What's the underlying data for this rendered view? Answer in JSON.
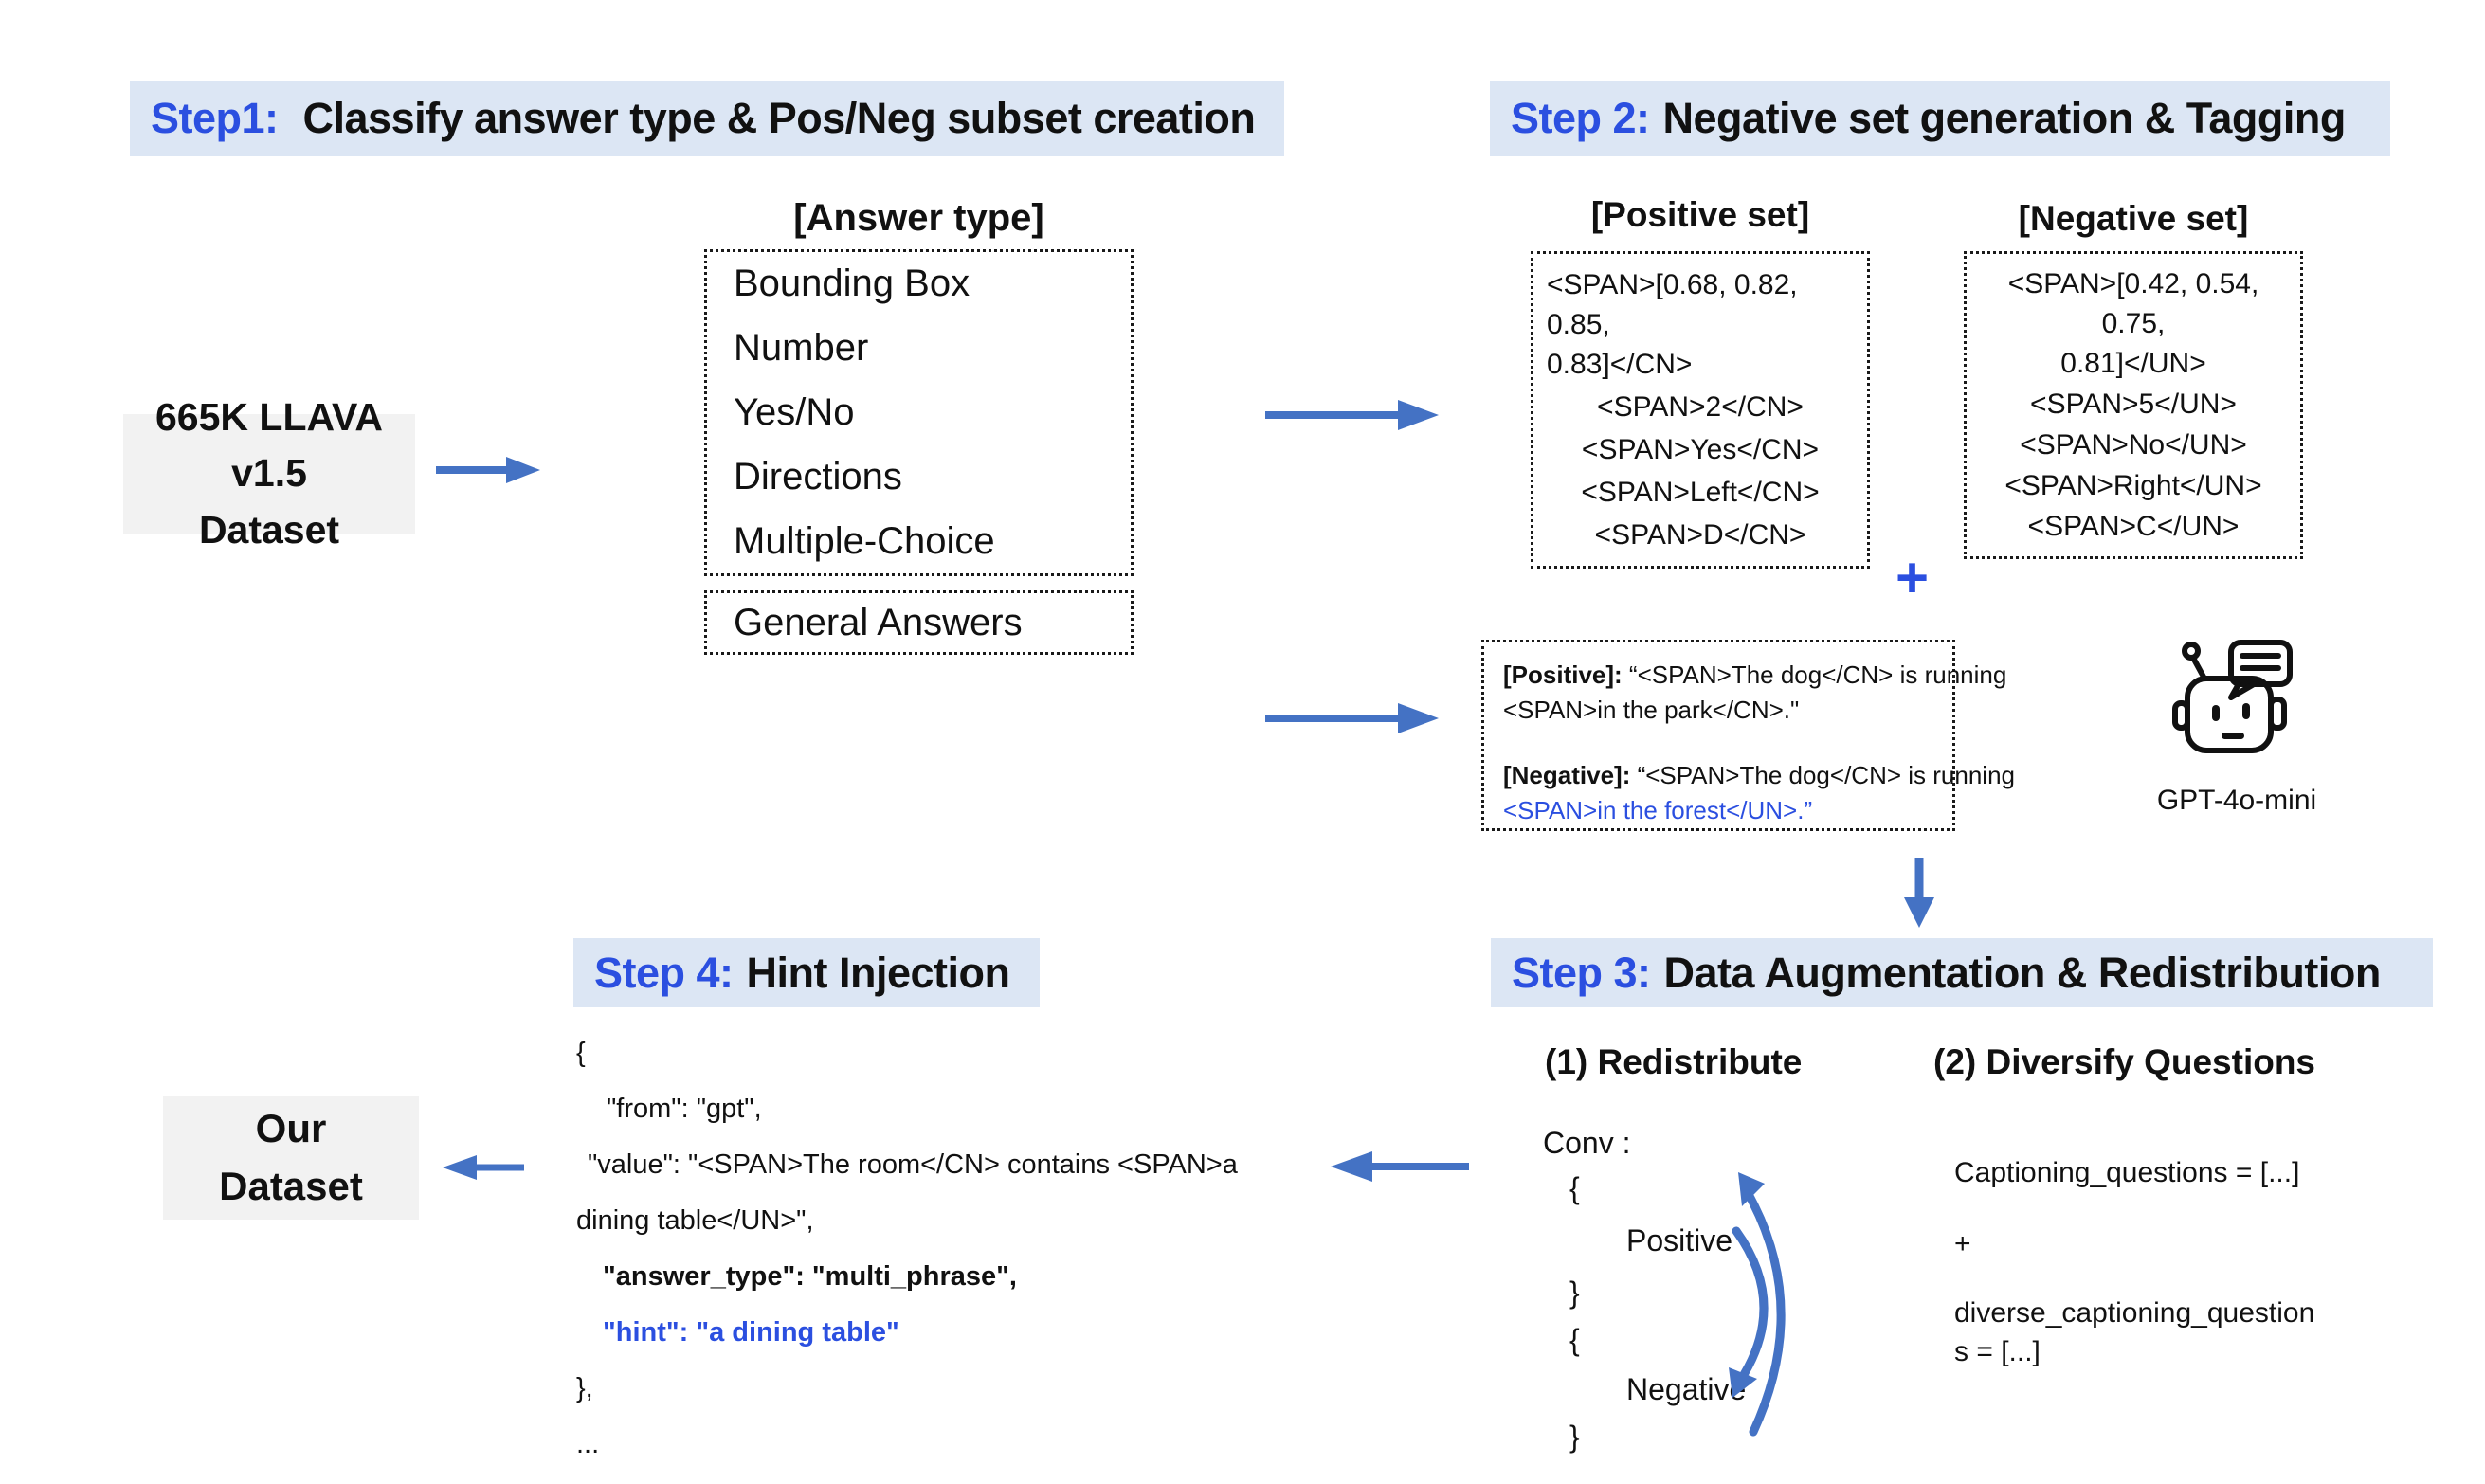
{
  "colors": {
    "accent_blue": "#2b4fe0",
    "arrow_blue": "#4472c4",
    "header_bg": "#dce6f4",
    "box_bg": "#f2f2f2"
  },
  "steps": {
    "step1": {
      "label": "Step1: ",
      "title": "Classify answer type & Pos/Neg subset creation"
    },
    "step2": {
      "label": "Step 2:",
      "title": "Negative set generation & Tagging"
    },
    "step3": {
      "label": "Step 3:",
      "title": "Data Augmentation & Redistribution"
    },
    "step4": {
      "label": "Step 4:",
      "title": "Hint Injection"
    }
  },
  "source_dataset": {
    "line1": "665K LLAVA v1.5",
    "line2": "Dataset"
  },
  "our_dataset": {
    "line1": "Our",
    "line2": "Dataset"
  },
  "answer_type": {
    "heading": "[Answer type]",
    "items": [
      "Bounding Box",
      "Number",
      "Yes/No",
      "Directions",
      "Multiple-Choice"
    ],
    "general": "General Answers"
  },
  "positive_set": {
    "heading": "[Positive set]",
    "items": [
      "<SPAN>[0.68,  0.82,  0.85,\n0.83]</CN>",
      "<SPAN>2</CN>",
      "<SPAN>Yes</CN>",
      "<SPAN>Left</CN>",
      "<SPAN>D</CN>"
    ]
  },
  "negative_set": {
    "heading": "[Negative set]",
    "items": [
      "<SPAN>[0.42, 0.54, 0.75,\n0.81]</UN>",
      "<SPAN>5</UN>",
      "<SPAN>No</UN>",
      "<SPAN>Right</UN>",
      "<SPAN>C</UN>"
    ]
  },
  "plus_between_sets": "+",
  "tagging": {
    "positive_label": "[Positive]:",
    "positive_line1": " “<SPAN>The dog</CN> is running",
    "positive_line2": "<SPAN>in the park</CN>.\"",
    "negative_label": "[Negative]:",
    "negative_line1": " “<SPAN>The dog</CN> is running",
    "negative_line2": "<SPAN>in the forest</UN>.”"
  },
  "gpt_model": "GPT-4o-mini",
  "redistribute": {
    "heading": "(1) Redistribute",
    "conv_label": "Conv :",
    "brace_open": "{",
    "brace_close": "}",
    "positive": "Positive",
    "negative": "Negative"
  },
  "diversify": {
    "heading": "(2) Diversify Questions",
    "line1": "Captioning_questions = [...]",
    "plus": "+",
    "line2": "diverse_captioning_question\ns = [...]"
  },
  "hint_injection": {
    "open": "{",
    "from_line": "\"from\": \"gpt\",",
    "value_line1": "\"value\": \"<SPAN>The room</CN> contains <SPAN>a",
    "value_line2": "dining table</UN>\",",
    "answer_type_line": "\"answer_type\": \"multi_phrase\",",
    "hint_line": "\"hint\": \"a dining table\"",
    "close": "},",
    "ellipsis": "..."
  }
}
